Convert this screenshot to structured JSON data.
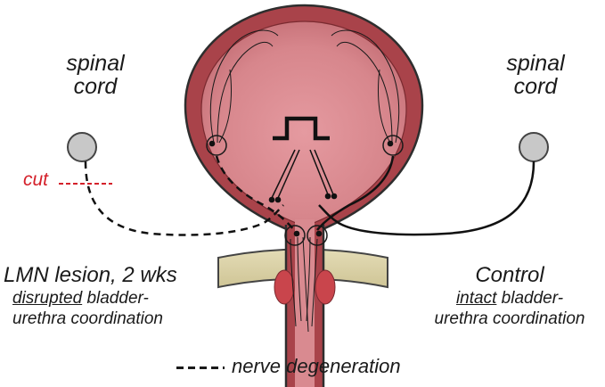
{
  "labels": {
    "spinal_cord_left": "spinal\ncord",
    "spinal_cord_right": "spinal\ncord",
    "cut": "cut",
    "lesion": {
      "title": "LMN lesion, 2 wks",
      "underlined_word": "disrupted",
      "line2_rest": " bladder-",
      "line3": "urethra coordination"
    },
    "control": {
      "title": "Control",
      "underlined_word": "intact",
      "line2_rest": " bladder-",
      "line3": "urethra coordination"
    },
    "legend": "nerve degeneration"
  },
  "colors": {
    "bladder_fill": "#d9868a",
    "bladder_wall": "#a23b40",
    "outer_outline": "#3a3a3a",
    "pelvic_floor": "#d8cfa4",
    "sphincter": "#c9454c",
    "spinal_node": "#c8c8c8",
    "cut_text": "#d4202a",
    "nerve": "#111111"
  },
  "icons": {
    "stimulus": "square-pulse-icon",
    "nerve_terminals": "ganglion-circle-icon"
  }
}
